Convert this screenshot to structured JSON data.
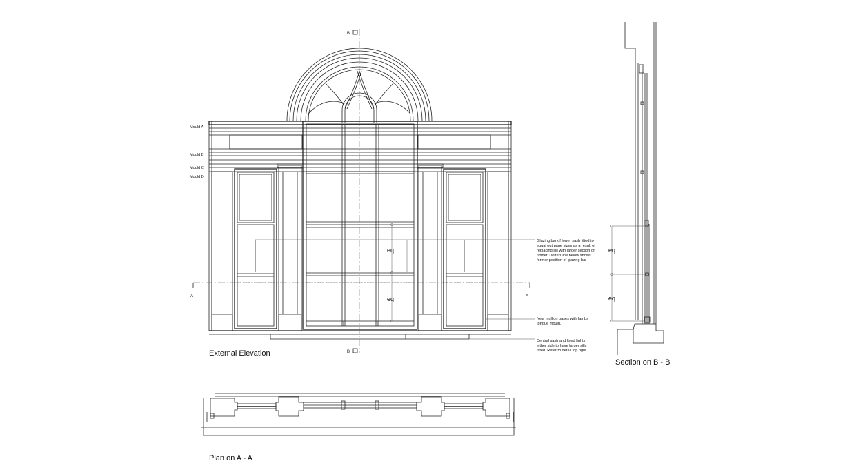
{
  "titles": {
    "elevation": "External Elevation",
    "section": "Section on B - B",
    "plan": "Plan on A - A"
  },
  "moulds": [
    "Mould A",
    "Mould B",
    "Mould C",
    "Mould D"
  ],
  "section_marks": {
    "b": "B",
    "a": "A"
  },
  "eq": "eq",
  "notes": {
    "glazing_bar": [
      "Glazing bar of lower sash lifted to",
      "equal out pane sizes as a result of",
      "replacing sill with larger section of",
      "timber.  Dotted line below shows",
      "former position of glazing bar"
    ],
    "mullion": [
      "New mullion bases with lambs",
      "tongue mould."
    ],
    "sash": [
      "Central sash and fixed lights",
      "either side to have larger sills",
      "fitted.  Refer to detail top right."
    ]
  }
}
